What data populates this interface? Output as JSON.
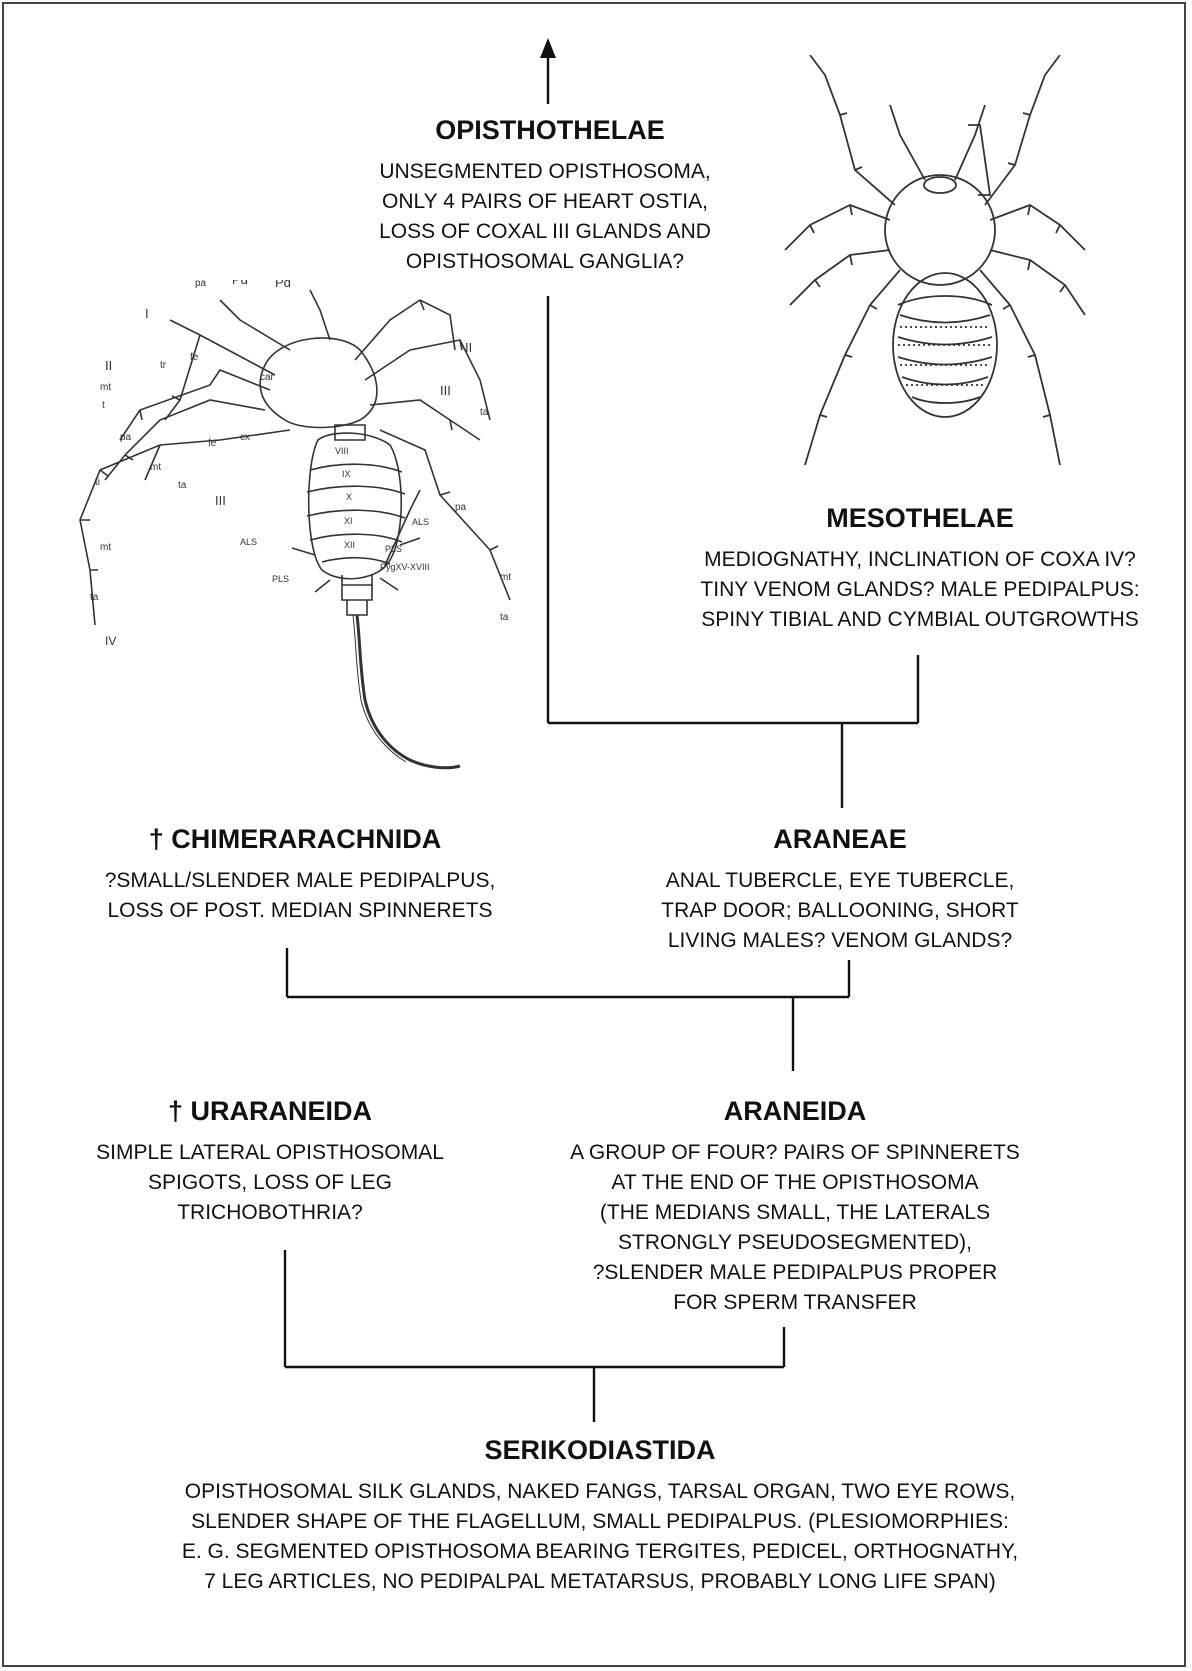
{
  "diagram": {
    "nodes": {
      "opisthothelae": {
        "title": "OPISTHOTHELAE",
        "lines": [
          "UNSEGMENTED OPISTHOSOMA,",
          "ONLY 4 PAIRS OF HEART OSTIA,",
          "LOSS OF COXAL III GLANDS AND",
          "OPISTHOSOMAL GANGLIA?"
        ]
      },
      "mesothelae": {
        "title": "MESOTHELAE",
        "lines": [
          "MEDIOGNATHY, INCLINATION OF COXA IV?",
          "TINY VENOM GLANDS? MALE PEDIPALPUS:",
          "SPINY TIBIAL AND CYMBIAL OUTGROWTHS"
        ]
      },
      "chimerarachnida": {
        "title": "† CHIMERARACHNIDA",
        "lines": [
          "?SMALL/SLENDER MALE PEDIPALPUS,",
          "LOSS OF POST. MEDIAN SPINNERETS"
        ]
      },
      "araneae": {
        "title": "ARANEAE",
        "lines": [
          "ANAL TUBERCLE, EYE TUBERCLE,",
          "TRAP DOOR; BALLOONING, SHORT",
          "LIVING MALES? VENOM GLANDS?"
        ]
      },
      "uraraneida": {
        "title": "† URARANEIDA",
        "lines": [
          "SIMPLE LATERAL OPISTHOSOMAL",
          "SPIGOTS, LOSS OF LEG",
          "TRICHOBOTHRIA?"
        ]
      },
      "araneida": {
        "title": "ARANEIDA",
        "lines": [
          "A GROUP OF FOUR? PAIRS OF SPINNERETS",
          "AT THE END OF THE OPISTHOSOMA",
          "(THE MEDIANS SMALL, THE LATERALS",
          "STRONGLY PSEUDOSEGMENTED),",
          "?SLENDER MALE PEDIPALPUS  PROPER",
          "FOR SPERM TRANSFER"
        ]
      },
      "serikodiastida": {
        "title": "SERIKODIASTIDA",
        "lines": [
          "OPISTHOSOMAL SILK GLANDS, NAKED FANGS, TARSAL ORGAN, TWO EYE ROWS,",
          "SLENDER SHAPE OF THE FLAGELLUM, SMALL PEDIPALPUS. (PLESIOMORPHIES:",
          "E. G. SEGMENTED OPISTHOSOMA BEARING TERGITES, PEDICEL, ORTHOGNATHY,",
          "7 LEG ARTICLES, NO PEDIPALPAL METATARSUS,  PROBABLY LONG LIFE SPAN)"
        ]
      }
    },
    "fossil_labels": {
      "pa": "pa",
      "pd": "Pd",
      "fe": "fe",
      "ti": "ti",
      "mt": "mt",
      "ta": "ta",
      "tr": "tr",
      "t": "t",
      "cx": "cx",
      "car": "car",
      "leg_I": "I",
      "leg_II": "II",
      "leg_III": "III",
      "leg_IV": "IV",
      "seg_VIII": "VIII",
      "seg_IX": "IX",
      "seg_X": "X",
      "seg_XI": "XI",
      "seg_XII": "XII",
      "als": "ALS",
      "pls": "PLS",
      "pyg": "PygXV-XVIII"
    }
  }
}
